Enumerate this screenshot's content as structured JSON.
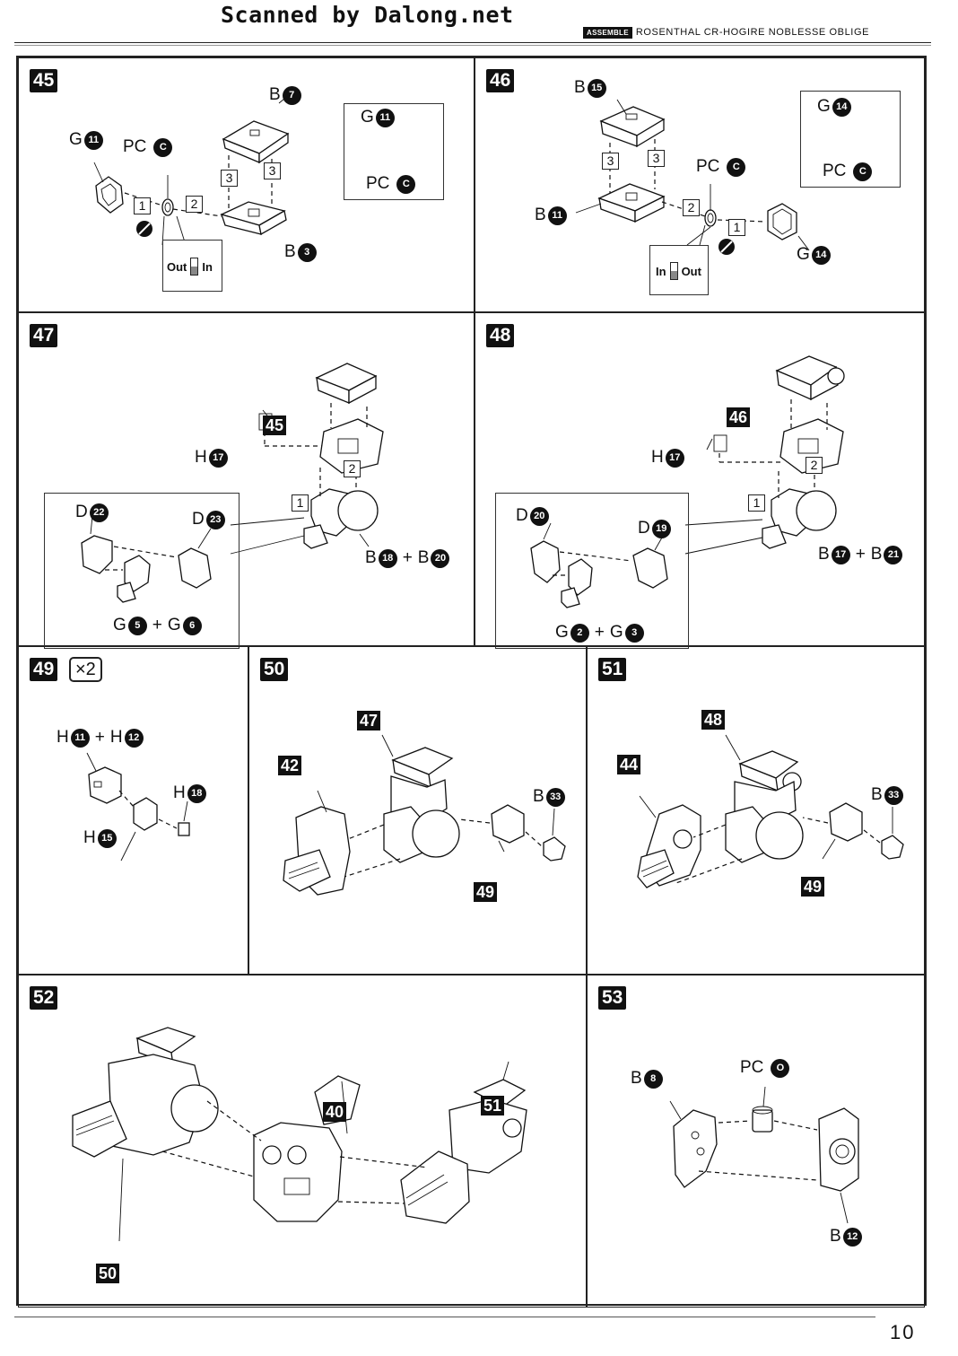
{
  "scan_credit": "Scanned by Dalong.net",
  "header": {
    "tag": "ASSEMBLE",
    "title": "ROSENTHAL CR-HOGIRE NOBLESSE OBLIGE"
  },
  "page_number": "10",
  "steps": {
    "s45": {
      "num": "45",
      "inset": {
        "a": "G",
        "an": "11",
        "b": "PC",
        "bn": "C"
      },
      "labels": {
        "b7": "B",
        "b7n": "7",
        "g11": "G",
        "g11n": "11",
        "pc": "PC",
        "pcn": "C",
        "b3": "B",
        "b3n": "3"
      },
      "seq": [
        "1",
        "2",
        "3",
        "3"
      ],
      "orient": {
        "left": "Out",
        "right": "In"
      }
    },
    "s46": {
      "num": "46",
      "inset": {
        "a": "G",
        "an": "14",
        "b": "PC",
        "bn": "C"
      },
      "labels": {
        "b15": "B",
        "b15n": "15",
        "pc": "PC",
        "pcn": "C",
        "b11": "B",
        "b11n": "11",
        "g14": "G",
        "g14n": "14"
      },
      "seq": [
        "3",
        "3",
        "2",
        "1"
      ],
      "orient": {
        "left": "In",
        "right": "Out"
      }
    },
    "s47": {
      "num": "47",
      "ref": "45",
      "h": "H",
      "hn": "17",
      "d1": "D",
      "d1n": "22",
      "d2": "D",
      "d2n": "23",
      "b": "B",
      "bn1": "18",
      "bn2": "20",
      "g": "G",
      "gn1": "5",
      "gn2": "6",
      "plus": "+",
      "seq": [
        "2",
        "1"
      ]
    },
    "s48": {
      "num": "48",
      "ref": "46",
      "h": "H",
      "hn": "17",
      "d1": "D",
      "d1n": "20",
      "d2": "D",
      "d2n": "19",
      "b": "B",
      "bn1": "17",
      "bn2": "21",
      "g": "G",
      "gn1": "2",
      "gn2": "3",
      "plus": "+",
      "seq": [
        "2",
        "1"
      ]
    },
    "s49": {
      "num": "49",
      "mult": "×2",
      "h1": "H",
      "h1n": "11",
      "h2": "H",
      "h2n": "12",
      "h3": "H",
      "h3n": "18",
      "h4": "H",
      "h4n": "15",
      "plus": "+"
    },
    "s50": {
      "num": "50",
      "refs": [
        "47",
        "42",
        "49"
      ],
      "b": "B",
      "bn": "33"
    },
    "s51": {
      "num": "51",
      "refs": [
        "48",
        "44",
        "49"
      ],
      "b": "B",
      "bn": "33"
    },
    "s52": {
      "num": "52",
      "refs": [
        "40",
        "51",
        "50"
      ]
    },
    "s53": {
      "num": "53",
      "b1": "B",
      "b1n": "8",
      "pc": "PC",
      "pcn": "O",
      "b2": "B",
      "b2n": "12"
    }
  }
}
